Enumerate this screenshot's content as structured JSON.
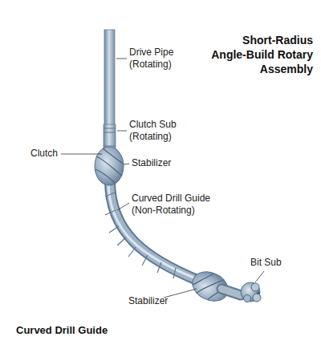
{
  "diagram": {
    "title": "Short-Radius Angle-Build Rotary Assembly",
    "caption": "Curved Drill Guide",
    "labels": [
      "Drive Pipe (Rotating)",
      "Clutch Sub (Rotating)",
      "Clutch",
      "Stabilizer",
      "Curved Drill Guide (Non-Rotating)",
      "Bit Sub",
      "Stabilizer"
    ]
  }
}
